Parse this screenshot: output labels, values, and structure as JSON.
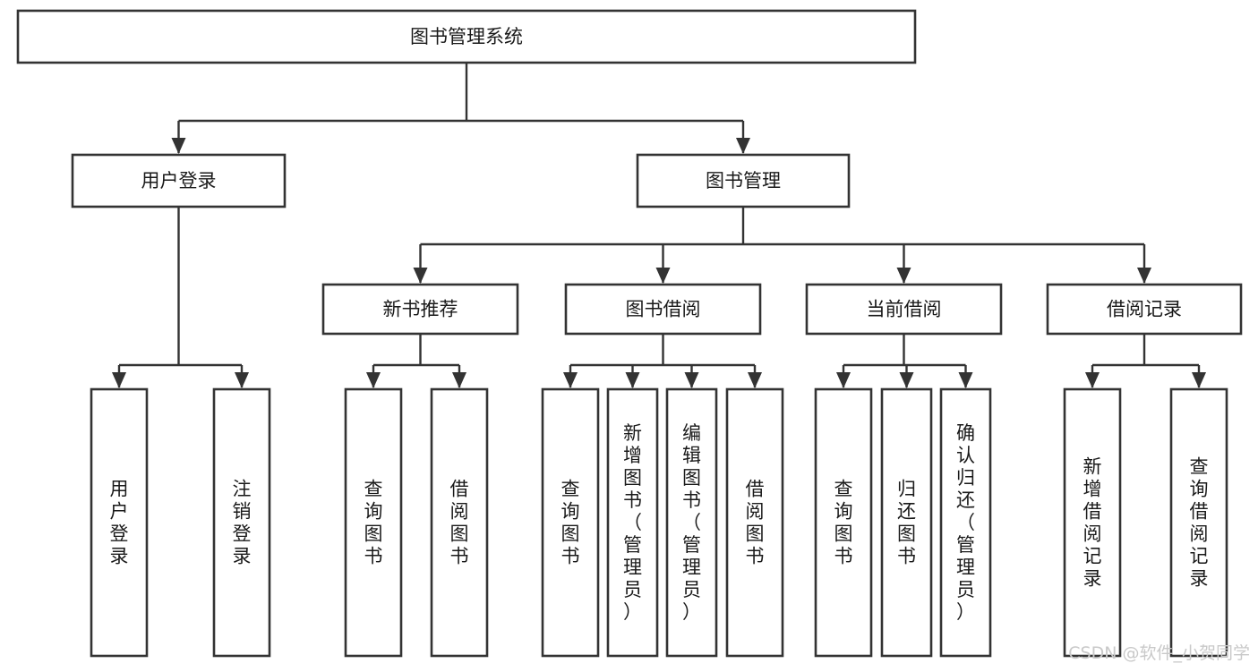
{
  "diagram": {
    "title": "图书管理系统",
    "type": "hierarchy-tree",
    "root": {
      "id": "system",
      "label": "图书管理系统",
      "level": 0
    },
    "level1": [
      {
        "id": "user-login",
        "label": "用户登录"
      },
      {
        "id": "book-management",
        "label": "图书管理"
      }
    ],
    "level2": [
      {
        "id": "new-book-recommend",
        "label": "新书推荐",
        "parent": "book-management"
      },
      {
        "id": "book-borrow",
        "label": "图书借阅",
        "parent": "book-management"
      },
      {
        "id": "current-borrow",
        "label": "当前借阅",
        "parent": "book-management"
      },
      {
        "id": "borrow-record",
        "label": "借阅记录",
        "parent": "book-management"
      }
    ],
    "leaves": {
      "user-login": [
        {
          "id": "leaf-user-login",
          "label": "用户登录"
        },
        {
          "id": "leaf-logout-login",
          "label": "注销登录"
        }
      ],
      "new-book-recommend": [
        {
          "id": "leaf-query-book-1",
          "label": "查询图书"
        },
        {
          "id": "leaf-borrow-book-1",
          "label": "借阅图书"
        }
      ],
      "book-borrow": [
        {
          "id": "leaf-query-book-2",
          "label": "查询图书"
        },
        {
          "id": "leaf-add-book",
          "label": "新增图书（管理员）"
        },
        {
          "id": "leaf-edit-book",
          "label": "编辑图书（管理员）"
        },
        {
          "id": "leaf-borrow-book-2",
          "label": "借阅图书"
        }
      ],
      "current-borrow": [
        {
          "id": "leaf-query-book-3",
          "label": "查询图书"
        },
        {
          "id": "leaf-return-book",
          "label": "归还图书"
        },
        {
          "id": "leaf-confirm-return",
          "label": "确认归还（管理员）"
        }
      ],
      "borrow-record": [
        {
          "id": "leaf-add-record",
          "label": "新增借阅记录"
        },
        {
          "id": "leaf-query-record",
          "label": "查询借阅记录"
        }
      ]
    }
  },
  "watermark": {
    "text": "CSDN @软件_小贺同学"
  },
  "colors": {
    "box_stroke": "#333333",
    "box_fill": "#ffffff",
    "text": "#1a1a1a",
    "connector": "#333333",
    "watermark": "#c9c9c9",
    "background": "#ffffff"
  }
}
